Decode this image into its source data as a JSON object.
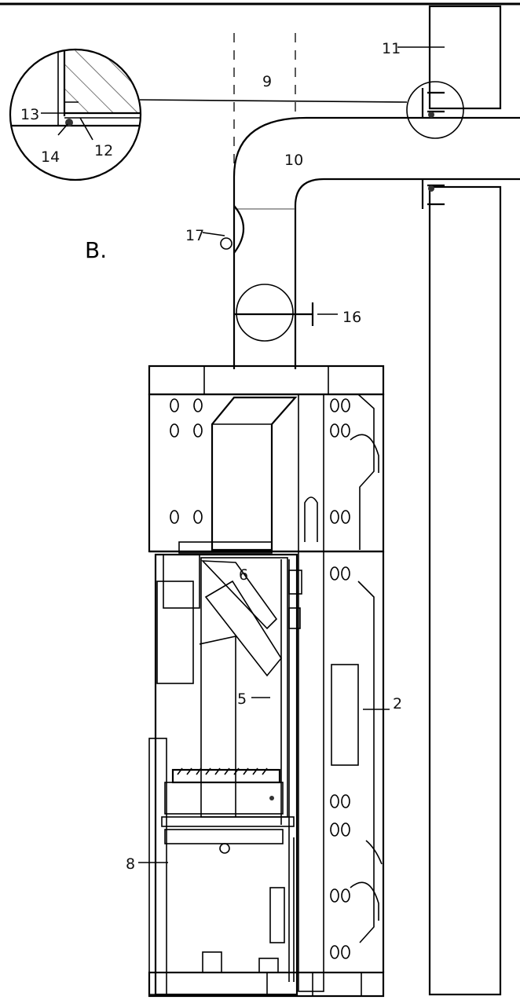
{
  "view_label": "B.",
  "callouts": {
    "c2": "2",
    "c5": "5",
    "c6": "6",
    "c8": "8",
    "c9": "9",
    "c10": "10",
    "c11": "11",
    "c12": "12",
    "c13": "13",
    "c14": "14",
    "c16": "16",
    "c17": "17"
  },
  "colors": {
    "line": "#000000",
    "background": "#ffffff"
  }
}
